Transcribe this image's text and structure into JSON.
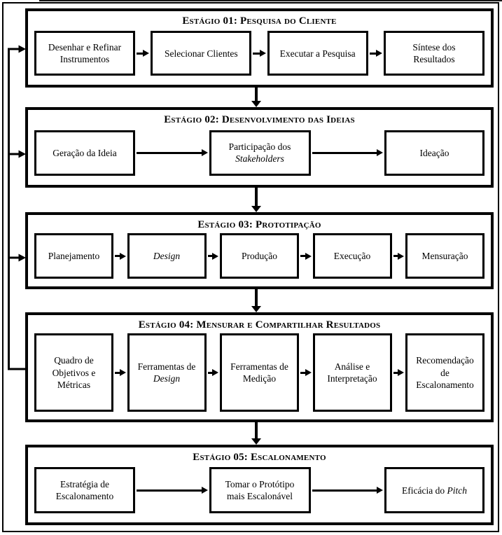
{
  "diagram": {
    "type": "flowchart",
    "language": "pt-BR",
    "colors": {
      "ink": "#000000",
      "background": "#ffffff"
    }
  },
  "stages": [
    {
      "title": "Estágio 01: Pesquisa do Cliente",
      "boxes": [
        {
          "name": "desenhar-e-refinar-instrumentos",
          "lines": [
            [
              {
                "t": "Desenhar e Refinar"
              }
            ],
            [
              {
                "t": "Instrumentos"
              }
            ]
          ]
        },
        {
          "name": "selecionar-clientes",
          "lines": [
            [
              {
                "t": "Selecionar Clientes"
              }
            ]
          ]
        },
        {
          "name": "executar-a-pesquisa",
          "lines": [
            [
              {
                "t": "Executar a Pesquisa"
              }
            ]
          ]
        },
        {
          "name": "sintese-dos-resultados",
          "lines": [
            [
              {
                "t": "Síntese dos"
              }
            ],
            [
              {
                "t": "Resultados"
              }
            ]
          ]
        }
      ]
    },
    {
      "title": "Estágio 02: Desenvolvimento das Ideias",
      "boxes": [
        {
          "name": "geracao-da-ideia",
          "lines": [
            [
              {
                "t": "Geração da Ideia"
              }
            ]
          ]
        },
        {
          "name": "participacao-dos-stakeholders",
          "lines": [
            [
              {
                "t": "Participação dos"
              }
            ],
            [
              {
                "t": "Stakeholders",
                "i": true
              }
            ]
          ]
        },
        {
          "name": "ideacao",
          "lines": [
            [
              {
                "t": "Ideação"
              }
            ]
          ]
        }
      ]
    },
    {
      "title": "Estágio 03: Prototipação",
      "boxes": [
        {
          "name": "planejamento",
          "lines": [
            [
              {
                "t": "Planejamento"
              }
            ]
          ]
        },
        {
          "name": "design",
          "lines": [
            [
              {
                "t": "Design",
                "i": true
              }
            ]
          ]
        },
        {
          "name": "producao",
          "lines": [
            [
              {
                "t": "Produção"
              }
            ]
          ]
        },
        {
          "name": "execucao",
          "lines": [
            [
              {
                "t": "Execução"
              }
            ]
          ]
        },
        {
          "name": "mensuracao",
          "lines": [
            [
              {
                "t": "Mensuração"
              }
            ]
          ]
        }
      ]
    },
    {
      "title": "Estágio 04: Mensurar e Compartilhar Resultados",
      "boxes": [
        {
          "name": "quadro-de-objetivos-e-metricas",
          "lines": [
            [
              {
                "t": "Quadro de"
              }
            ],
            [
              {
                "t": "Objetivos e"
              }
            ],
            [
              {
                "t": "Métricas"
              }
            ]
          ]
        },
        {
          "name": "ferramentas-de-design",
          "lines": [
            [
              {
                "t": "Ferramentas de"
              }
            ],
            [
              {
                "t": "Design",
                "i": true
              }
            ]
          ]
        },
        {
          "name": "ferramentas-de-medicao",
          "lines": [
            [
              {
                "t": "Ferramentas de"
              }
            ],
            [
              {
                "t": "Medição"
              }
            ]
          ]
        },
        {
          "name": "analise-e-interpretacao",
          "lines": [
            [
              {
                "t": "Análise e"
              }
            ],
            [
              {
                "t": "Interpretação"
              }
            ]
          ]
        },
        {
          "name": "recomendacao-de-escalonamento",
          "lines": [
            [
              {
                "t": "Recomendação"
              }
            ],
            [
              {
                "t": "de"
              }
            ],
            [
              {
                "t": "Escalonamento"
              }
            ]
          ]
        }
      ]
    },
    {
      "title": "Estágio 05: Escalonamento",
      "boxes": [
        {
          "name": "estrategia-de-escalonamento",
          "lines": [
            [
              {
                "t": "Estratégia de"
              }
            ],
            [
              {
                "t": "Escalonamento"
              }
            ]
          ]
        },
        {
          "name": "tomar-o-prototipo-mais-escalonavel",
          "lines": [
            [
              {
                "t": "Tomar o Protótipo"
              }
            ],
            [
              {
                "t": "mais Escalonável"
              }
            ]
          ]
        },
        {
          "name": "eficacia-do-pitch",
          "lines": [
            [
              {
                "t": "Eficácia do "
              },
              {
                "t": "Pitch",
                "i": true
              }
            ]
          ]
        }
      ]
    }
  ],
  "connections": {
    "downward_arrows_between_stages": 4,
    "feedback_loop": {
      "from": "Estágio 04",
      "to": [
        "Estágio 01",
        "Estágio 02",
        "Estágio 03"
      ]
    }
  }
}
